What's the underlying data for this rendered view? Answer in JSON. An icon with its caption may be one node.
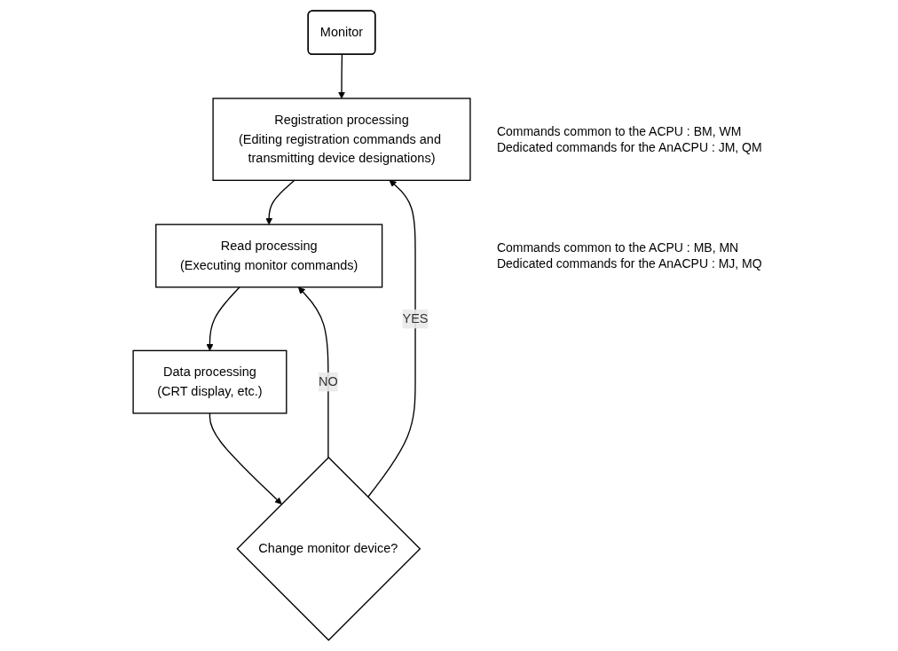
{
  "diagram": {
    "nodes": [
      {
        "text": [
          "Monitor"
        ]
      },
      {
        "text": [
          "Registration processing",
          "(Editing registration commands and transmitting device designations)"
        ],
        "beside": [
          "Commands common to the ACPU : BM, WM",
          "Dedicated commands for the AnACPU : JM, QM"
        ]
      },
      {
        "text": [
          "Read processing",
          "(Executing monitor commands)"
        ],
        "beside": [
          "Commands common to the ACPU : MB, MN",
          "Dedicated commands for the AnACPU : MJ, MQ"
        ]
      },
      {
        "text": [
          "Data processing",
          "(CRT display, etc.)"
        ]
      },
      {
        "text": [
          "Change monitor device?"
        ]
      }
    ],
    "edges": [
      {
        "from": 0,
        "to": 1,
        "arrow": "to"
      },
      {
        "from": 1,
        "to": 2,
        "arrow": "to"
      },
      {
        "from": 2,
        "to": 3,
        "arrow": "to"
      },
      {
        "from": 3,
        "to": 4,
        "arrow": "to"
      },
      {
        "from": 4,
        "to": 2,
        "arrow": "to",
        "label": "NO"
      },
      {
        "from": 4,
        "to": 1,
        "arrow": "to",
        "label": "YES"
      }
    ]
  }
}
